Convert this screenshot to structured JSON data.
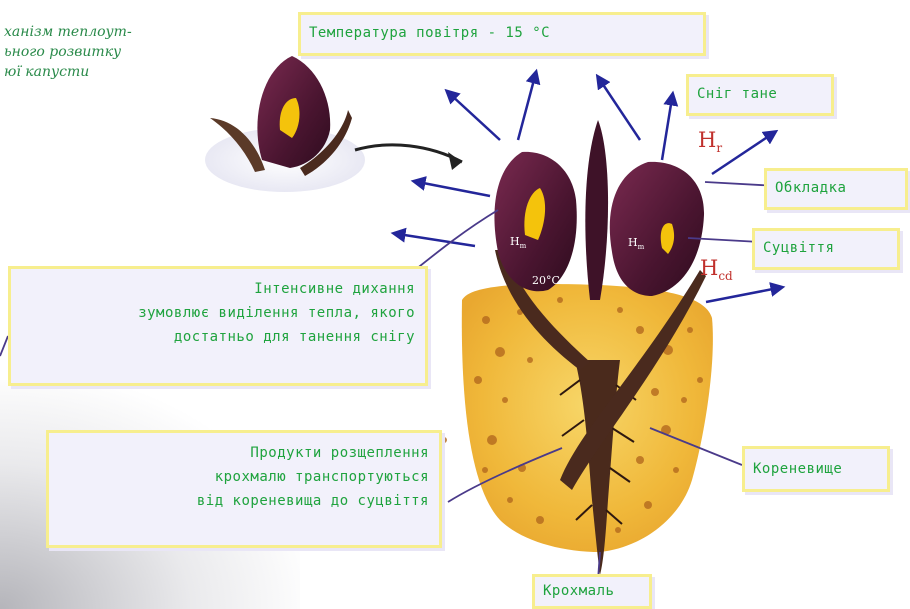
{
  "caption": "ханізм теплоут-\nьного розвитку\nюї капусти",
  "labels": {
    "air_temp": "Температура повітря - 15 °C",
    "snow_melts": "Сніг тане",
    "spathe": "Обкладка",
    "inflorescence": "Суцвіття",
    "respiration": "Інтенсивне дихання\nзумовлює виділення тепла, якого\nдостатньо для танення снігу",
    "products": "Продукти розщеплення\nкрохмалю транспортуються\nвід кореневища до суцвіття",
    "rhizome": "Кореневище",
    "starch": "Крохмаль"
  },
  "heat": {
    "h_r_main": "H",
    "h_r_sub": "r",
    "h_cd_main": "H",
    "h_cd_sub": "cd",
    "h_m_left_main": "H",
    "h_m_left_sub": "m",
    "h_m_right_main": "H",
    "h_m_right_sub": "m",
    "inner_temp": "20°C"
  },
  "colors": {
    "label_text": "#1fa33e",
    "label_border": "#f7ee8e",
    "arrow": "#23269a",
    "heat_symbol": "#c0302c",
    "plant": "#5a1e3c",
    "soil": "#f2c44a",
    "caption": "#2a8a4a"
  }
}
